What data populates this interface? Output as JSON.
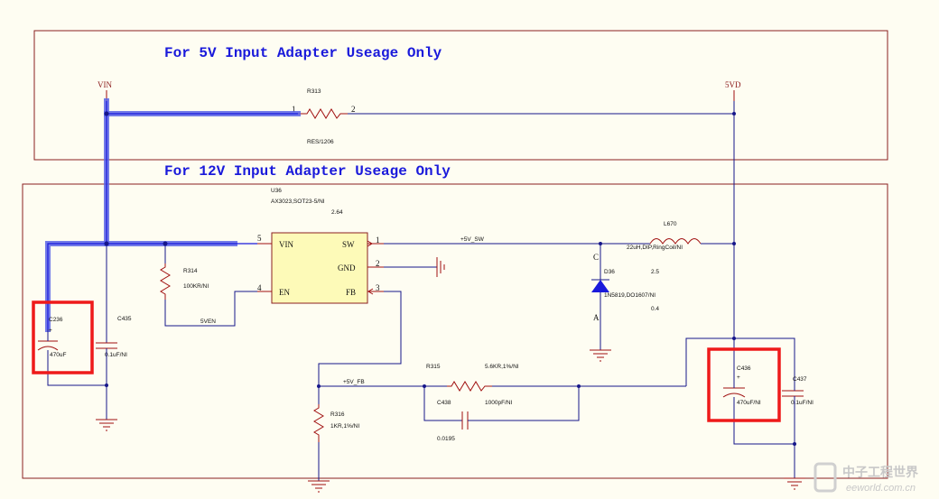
{
  "sections": {
    "top_title": "For 5V Input Adapter Useage Only",
    "bottom_title": "For 12V Input Adapter Useage Only"
  },
  "nets": {
    "vin": "VIN",
    "v5vd": "5VD",
    "sw": "+5V_SW",
    "fb": "+5V_FB",
    "en": "5VEN"
  },
  "components": {
    "r313": {
      "ref": "R313",
      "value": "RES/1206",
      "pin1": "1",
      "pin2": "2"
    },
    "u36": {
      "ref": "U36",
      "value": "AX3023,SOT23-5/NI",
      "extra": "2.64",
      "pins": {
        "vin": "VIN",
        "sw": "SW",
        "gnd": "GND",
        "en": "EN",
        "fb": "FB"
      },
      "pin_numbers": {
        "vin": "5",
        "sw": "1",
        "gnd": "2",
        "en": "4",
        "fb": "3"
      }
    },
    "r314": {
      "ref": "R314",
      "value": "100KR/NI"
    },
    "c236": {
      "ref": "C236",
      "value": "470uF",
      "polarity": "+"
    },
    "c435": {
      "ref": "C435",
      "value": "0.1uF/NI"
    },
    "l670": {
      "ref": "L670",
      "value": "22uH,DIP,RingCoil/NI"
    },
    "d36": {
      "ref": "D36",
      "value": "1N5819,DO1607/NI",
      "cathode": "C",
      "anode": "A",
      "note1": "2.5",
      "note2": "0.4"
    },
    "r315": {
      "ref": "R315",
      "value": "5.6KR,1%/NI"
    },
    "c438": {
      "ref": "C438",
      "value": "1000pF/NI",
      "extra": "0.0195"
    },
    "r316": {
      "ref": "R316",
      "value": "1KR,1%/NI"
    },
    "c436": {
      "ref": "C436",
      "value": "470uF/NI",
      "polarity": "+"
    },
    "c437": {
      "ref": "C437",
      "value": "0.1uF/NI"
    }
  },
  "watermark": {
    "line1": "中子工程世界",
    "line2": "eeworld.com.cn"
  },
  "colors": {
    "wire": "#16168a",
    "title": "#1a1adb",
    "highlight": "#5a64e6",
    "red_box": "#ee1a1a",
    "border": "#8b2020",
    "background": "#fefdf2"
  }
}
